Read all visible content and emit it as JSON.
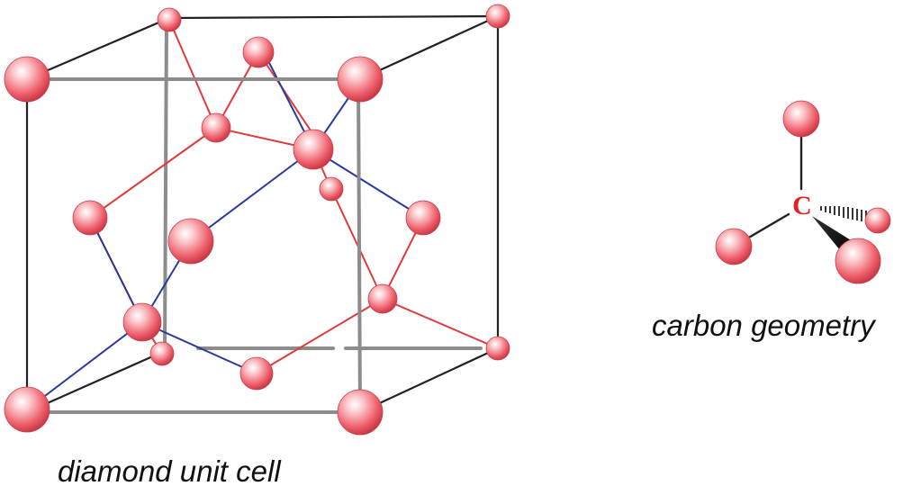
{
  "captions": {
    "unit_cell": "diamond unit cell",
    "carbon_geometry": "carbon geometry"
  },
  "atom_label": "C",
  "colors": {
    "atom_fill": "#f2707a",
    "atom_highlight": "#ffffff",
    "atom_edge": "#b41e2c",
    "cube_gray": "#8c8c8c",
    "cube_black": "#222222",
    "bond_red": "#e03a3a",
    "bond_blue": "#2a3a9c",
    "label_red": "#e82020"
  }
}
